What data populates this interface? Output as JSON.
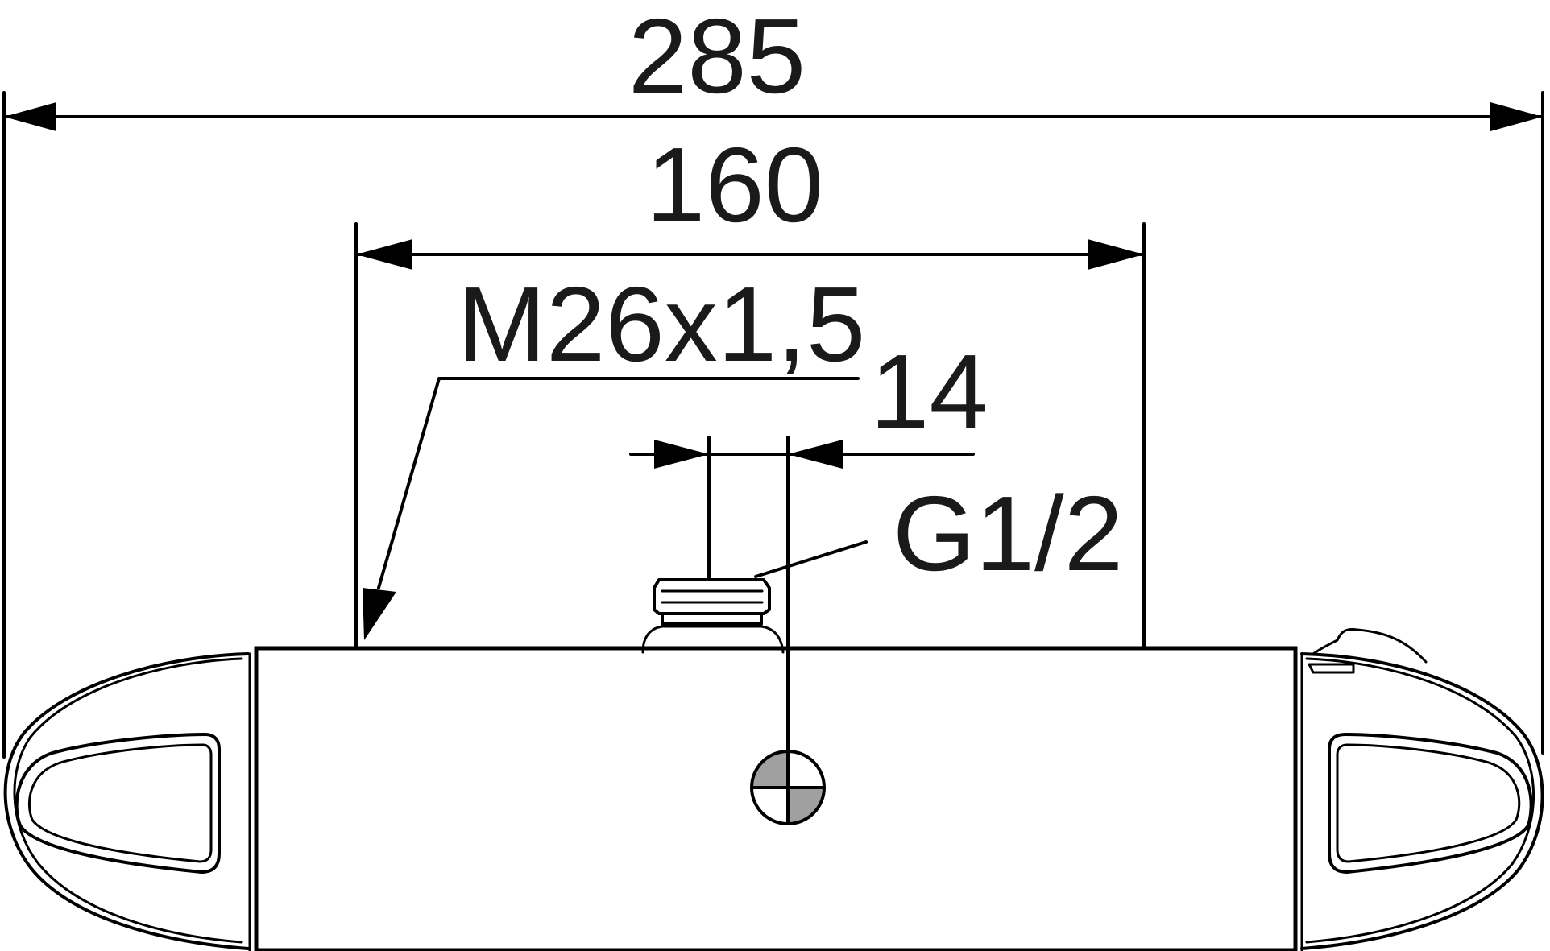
{
  "dimensions": {
    "overall_width": "285",
    "connection_spacing": "160",
    "thread_size": "M26x1,5",
    "thread_length": "14",
    "inlet_thread": "G1/2"
  },
  "colors": {
    "line": "#000000",
    "fill_quadrant": "#a0a0a0",
    "background": "#ffffff"
  }
}
